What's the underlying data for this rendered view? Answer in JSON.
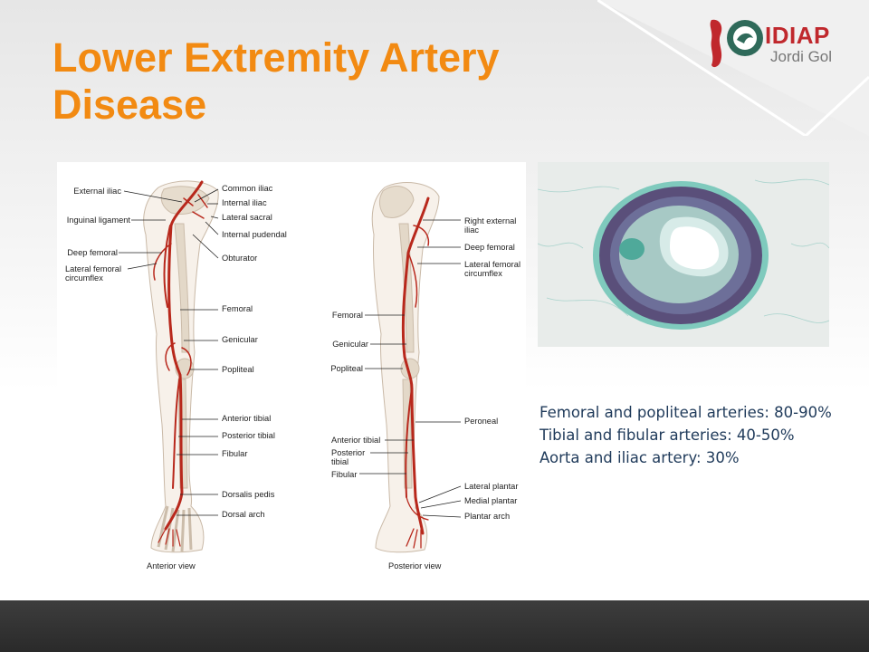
{
  "slide": {
    "title": "Lower Extremity Artery Disease",
    "accent_color": "#f28a12",
    "text_color": "#1f3a5a"
  },
  "logo": {
    "line1": "IDIAP",
    "line2": "Jordi Gol",
    "color": "#c0282d"
  },
  "diagram": {
    "anterior": {
      "caption": "Anterior view",
      "left_labels": [
        "External iliac",
        "Inguinal ligament",
        "Deep femoral",
        "Lateral femoral\ncircumflex"
      ],
      "right_labels": [
        "Common iliac",
        "Internal iliac",
        "Lateral sacral",
        "Internal pudendal",
        "Obturator",
        "Femoral",
        "Genicular",
        "Popliteal",
        "Anterior tibial",
        "Posterior tibial",
        "Fibular",
        "Dorsalis pedis",
        "Dorsal arch"
      ]
    },
    "posterior": {
      "caption": "Posterior view",
      "left_labels": [
        "Femoral",
        "Genicular",
        "Popliteal",
        "Anterior tibial",
        "Posterior\ntibial",
        "Fibular"
      ],
      "right_labels": [
        "Right external\niliac",
        "Deep femoral",
        "Lateral femoral\ncircumflex",
        "Peroneal",
        "Lateral plantar",
        "Medial plantar",
        "Plantar arch"
      ]
    }
  },
  "stats": [
    "Femoral and popliteal arteries: 80-90%",
    "Tibial and fibular arteries: 40-50%",
    "Aorta and iliac artery: 30%"
  ]
}
